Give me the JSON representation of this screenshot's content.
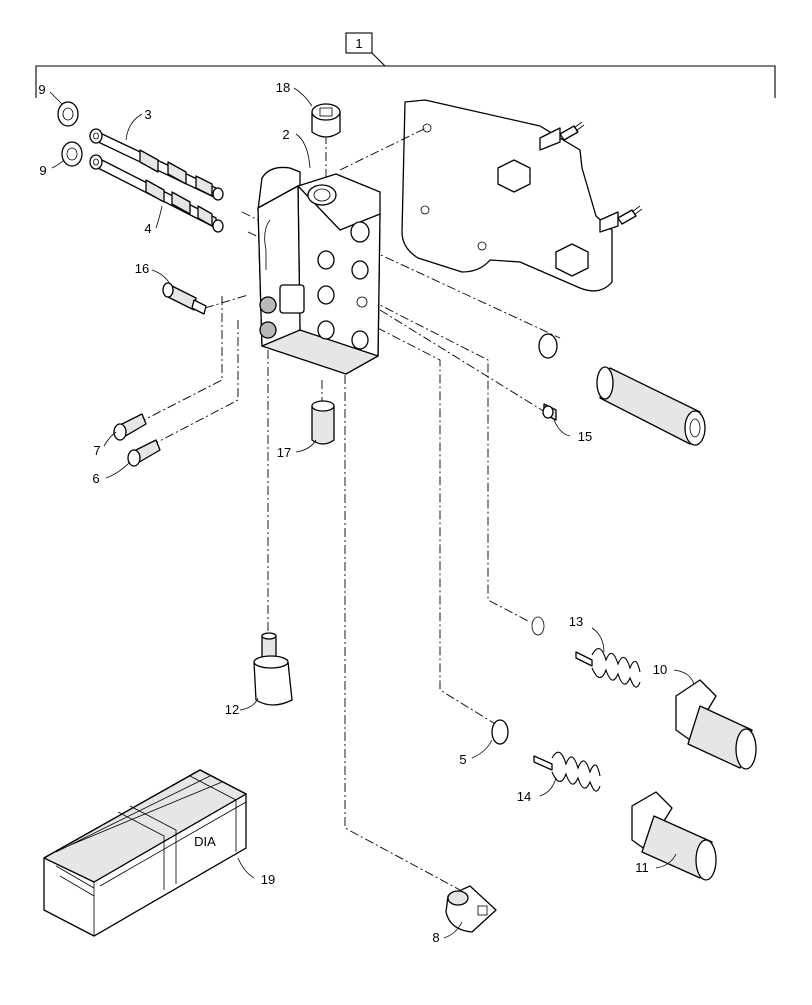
{
  "diagram": {
    "assembly_label": "1",
    "callouts": [
      {
        "id": "c1",
        "label": "1"
      },
      {
        "id": "c2",
        "label": "2"
      },
      {
        "id": "c3",
        "label": "3"
      },
      {
        "id": "c4",
        "label": "4"
      },
      {
        "id": "c5",
        "label": "5"
      },
      {
        "id": "c6",
        "label": "6"
      },
      {
        "id": "c7",
        "label": "7"
      },
      {
        "id": "c8",
        "label": "8"
      },
      {
        "id": "c9a",
        "label": "9"
      },
      {
        "id": "c9b",
        "label": "9"
      },
      {
        "id": "c10",
        "label": "10"
      },
      {
        "id": "c11",
        "label": "11"
      },
      {
        "id": "c12",
        "label": "12"
      },
      {
        "id": "c13",
        "label": "13"
      },
      {
        "id": "c14",
        "label": "14"
      },
      {
        "id": "c15",
        "label": "15"
      },
      {
        "id": "c16",
        "label": "16"
      },
      {
        "id": "c17",
        "label": "17"
      },
      {
        "id": "c18",
        "label": "18"
      },
      {
        "id": "c19",
        "label": "19"
      }
    ],
    "crate_logo": "DIA"
  }
}
